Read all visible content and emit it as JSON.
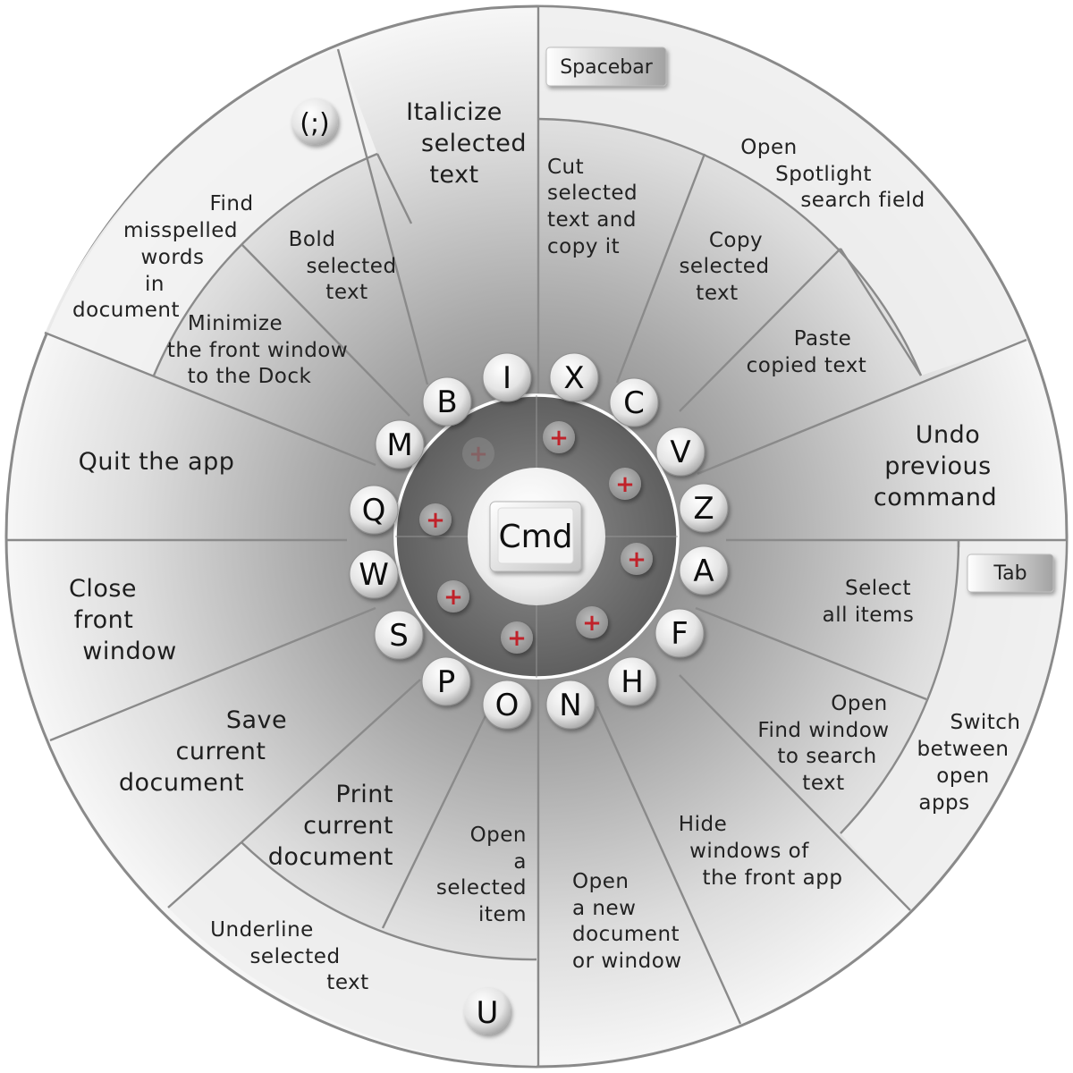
{
  "center_key": "Cmd",
  "key_caps": [
    {
      "id": "i",
      "key": "I"
    },
    {
      "id": "x",
      "key": "X"
    },
    {
      "id": "c",
      "key": "C"
    },
    {
      "id": "v",
      "key": "V"
    },
    {
      "id": "z",
      "key": "Z"
    },
    {
      "id": "a",
      "key": "A"
    },
    {
      "id": "f",
      "key": "F"
    },
    {
      "id": "h",
      "key": "H"
    },
    {
      "id": "n",
      "key": "N"
    },
    {
      "id": "o",
      "key": "O"
    },
    {
      "id": "p",
      "key": "P"
    },
    {
      "id": "s",
      "key": "S"
    },
    {
      "id": "w",
      "key": "W"
    },
    {
      "id": "q",
      "key": "Q"
    },
    {
      "id": "m",
      "key": "M"
    },
    {
      "id": "b",
      "key": "B"
    }
  ],
  "outer_keys": {
    "semicolon": "(;)",
    "u": "U"
  },
  "tags": {
    "spacebar": "Spacebar",
    "tab": "Tab"
  },
  "plus_symbol": "+",
  "descriptions": {
    "italicize": [
      "Italicize",
      "selected",
      "text"
    ],
    "cut": [
      "Cut",
      "selected",
      "text and",
      "copy it"
    ],
    "spotlight": [
      "Open",
      "Spotlight",
      "search field"
    ],
    "copy": [
      "Copy",
      "selected",
      "text"
    ],
    "paste": [
      "Paste",
      "copied text"
    ],
    "undo": [
      "Undo",
      "previous",
      "command"
    ],
    "select_all": [
      "Select",
      "all items"
    ],
    "switch_apps": [
      "Switch",
      "between",
      "open",
      "apps"
    ],
    "find_window": [
      "Open",
      "Find window",
      "to search",
      "text"
    ],
    "hide_windows": [
      "Hide",
      "windows of",
      "the front app"
    ],
    "new_document": [
      "Open",
      "a new",
      "document",
      "or window"
    ],
    "open_item": [
      "Open",
      "a",
      "selected",
      "item"
    ],
    "print": [
      "Print",
      "current",
      "document"
    ],
    "underline": [
      "Underline",
      "selected",
      "text"
    ],
    "save": [
      "Save",
      "current",
      "document"
    ],
    "close_window": [
      "Close",
      "front",
      "window"
    ],
    "quit": [
      "Quit the app"
    ],
    "minimize": [
      "Minimize",
      "the front window",
      "to the Dock"
    ],
    "find_misspelled": [
      "Find",
      "misspelled",
      "words",
      "in",
      "document"
    ],
    "bold": [
      "Bold",
      "selected",
      "text"
    ]
  },
  "colors": {
    "plus": "#c0242b",
    "divider": "#8a8a8a",
    "hub_ring": "#ffffff"
  }
}
